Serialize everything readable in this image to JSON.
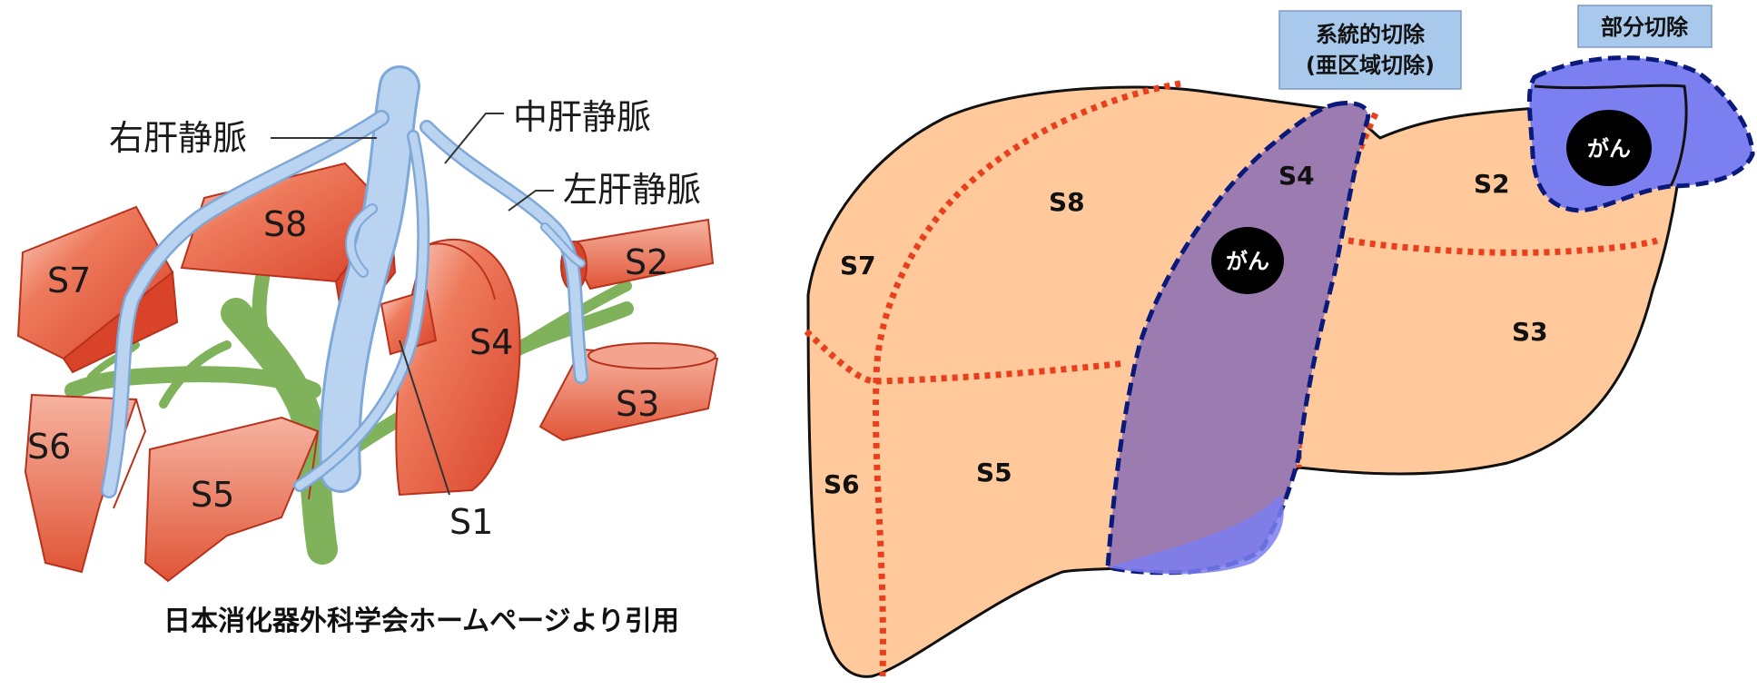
{
  "left_diagram": {
    "segments": {
      "s1": "S1",
      "s2": "S2",
      "s3": "S3",
      "s4": "S4",
      "s5": "S5",
      "s6": "S6",
      "s7": "S7",
      "s8": "S8"
    },
    "veins": {
      "right": "右肝静脈",
      "middle": "中肝静脈",
      "left": "左肝静脈"
    },
    "source": "日本消化器外科学会ホームページより引用"
  },
  "right_diagram": {
    "segments": {
      "s2": "S2",
      "s3": "S3",
      "s4": "S4",
      "s5": "S5",
      "s6": "S6",
      "s7": "S7",
      "s8": "S8"
    },
    "cancer_label": "がん",
    "systematic_resection": {
      "line1": "系統的切除",
      "line2": "(亜区域切除)"
    },
    "partial_resection": "部分切除",
    "colors": {
      "liver": "#ffc99c",
      "segment_border": "#e8401c",
      "resection_border": "#0a1a7a",
      "systematic_fill": "#9b7bb0",
      "partial_fill": "#7b7ff0",
      "label_box": "#a8c8ec"
    }
  }
}
